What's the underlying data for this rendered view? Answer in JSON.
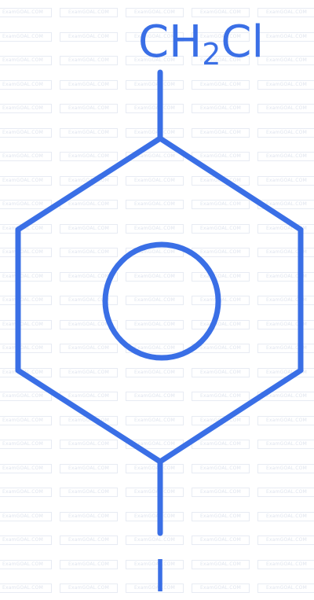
{
  "watermark": {
    "text": "ExamGOAL.COM"
  },
  "molecule": {
    "substituent_top": {
      "main": "CH",
      "subscript": "2",
      "tail": "Cl"
    },
    "substituent_bottom": "I"
  },
  "colors": {
    "stroke": "#3a6fe6",
    "watermark": "#dfe4ee",
    "background": "#ffffff"
  }
}
